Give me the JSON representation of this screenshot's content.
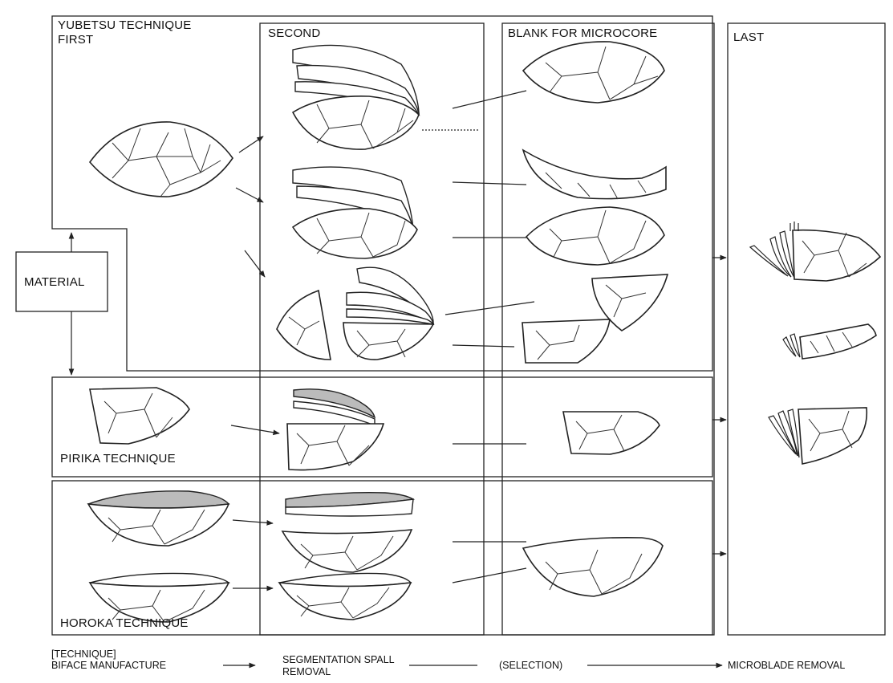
{
  "labels": {
    "yubetsu_title": "YUBETSU TECHNIQUE",
    "yubetsu_first": "FIRST",
    "second": "SECOND",
    "blank": "BLANK FOR MICROCORE",
    "last": "LAST",
    "material": "MATERIAL",
    "pirika": "PIRIKA TECHNIQUE",
    "horoka": "HOROKA TECHNIQUE"
  },
  "legend": {
    "header": "[TECHNIQUE]",
    "biface": "BIFACE MANUFACTURE",
    "segmentation_line1": "SEGMENTATION SPALL",
    "segmentation_line2": "REMOVAL",
    "selection": "(SELECTION)",
    "microblade": "MICROBLADE REMOVAL"
  }
}
